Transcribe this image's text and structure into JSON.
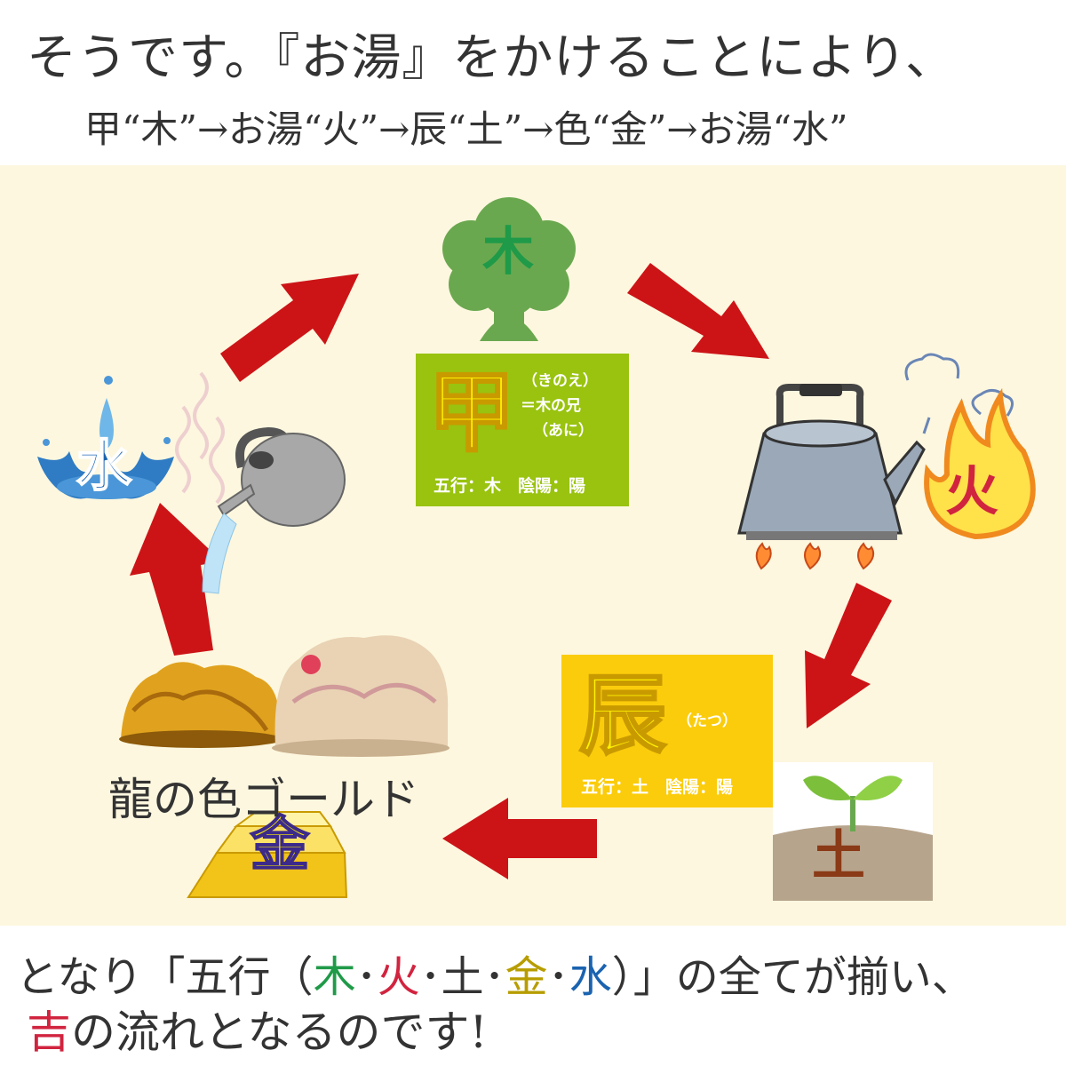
{
  "header": {
    "line1": "そうです。『お湯』をかけることにより、",
    "line2": "甲“木”→お湯“火”→辰“土”→色“金”→お湯“水”"
  },
  "elements": {
    "wood": "木",
    "fire": "火",
    "earth": "土",
    "metal": "金",
    "water": "水"
  },
  "kinoe_box": {
    "char": "甲",
    "reading": "（きのえ）",
    "meaning": "＝木の兄",
    "reading2": "（あに）",
    "caption": "五行：木　陰陽：陽"
  },
  "tatsu_box": {
    "char": "辰",
    "reading": "（たつ）",
    "caption": "五行：土　陰陽：陽"
  },
  "dragon_label": "龍の色ゴールド",
  "footer": {
    "line1_pre": "となり「五行（",
    "wood": "木",
    "sep1": "･",
    "fire": "火",
    "sep2": "･",
    "earth": "土",
    "sep3": "･",
    "metal": "金",
    "sep4": "･",
    "water": "水",
    "line1_post": "）」の全てが揃い、",
    "luck": "吉",
    "line2_post": "の流れとなるのです!"
  },
  "colors": {
    "arrow": "#cc1417",
    "panel": "#fdf7df",
    "tree": "#6aa84f",
    "wood_text": "#1f9a48",
    "fire_text": "#d1243f",
    "water_text": "#1a63b0",
    "metal_text": "#b79d00",
    "kinoe_box": "#99c30f",
    "tatsu_box": "#fbcc0b"
  }
}
